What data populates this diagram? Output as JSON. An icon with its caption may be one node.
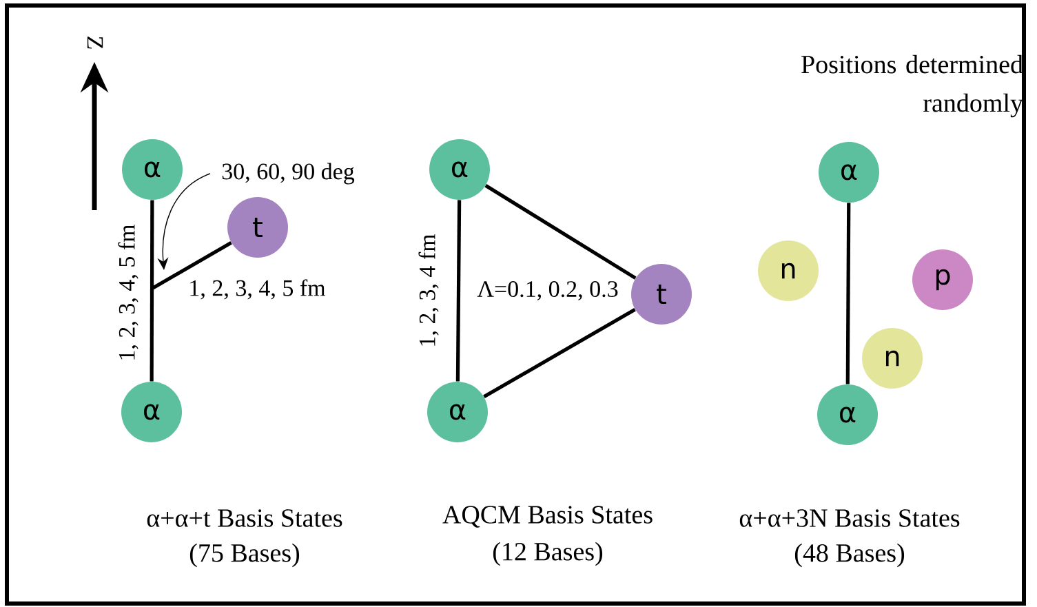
{
  "diagram": {
    "nodes": [
      {
        "text": [
          "α"
        ]
      },
      {
        "text": [
          "α"
        ]
      },
      {
        "text": [
          "t"
        ]
      },
      {
        "text": [
          "α"
        ]
      },
      {
        "text": [
          "α"
        ]
      },
      {
        "text": [
          "t"
        ]
      },
      {
        "text": [
          "α"
        ]
      },
      {
        "text": [
          "n"
        ]
      },
      {
        "text": [
          "p"
        ]
      },
      {
        "text": [
          "n"
        ]
      },
      {
        "text": [
          "α"
        ]
      }
    ],
    "edges": [
      {
        "from": 0,
        "to": 1,
        "arrow": "none",
        "label": "1, 2, 3, 4, 5 fm"
      },
      {
        "from": null,
        "to": 2,
        "arrow": "none",
        "label": "1, 2, 3, 4, 5 fm"
      },
      {
        "from": 3,
        "to": 4,
        "arrow": "none",
        "label": "1, 2, 3, 4 fm"
      },
      {
        "from": 3,
        "to": 5,
        "arrow": "none"
      },
      {
        "from": 4,
        "to": 5,
        "arrow": "none"
      },
      {
        "from": 6,
        "to": 10,
        "arrow": "none"
      }
    ],
    "labels": [
      "Z",
      "30, 60, 90 deg",
      "Λ=0.1, 0.2, 0.3",
      "Positions determined randomly",
      "α+α+t Basis States",
      "(75 Bases)",
      "AQCM Basis States",
      "(12 Bases)",
      "α+α+3N Basis States",
      "(48 Bases)"
    ]
  }
}
